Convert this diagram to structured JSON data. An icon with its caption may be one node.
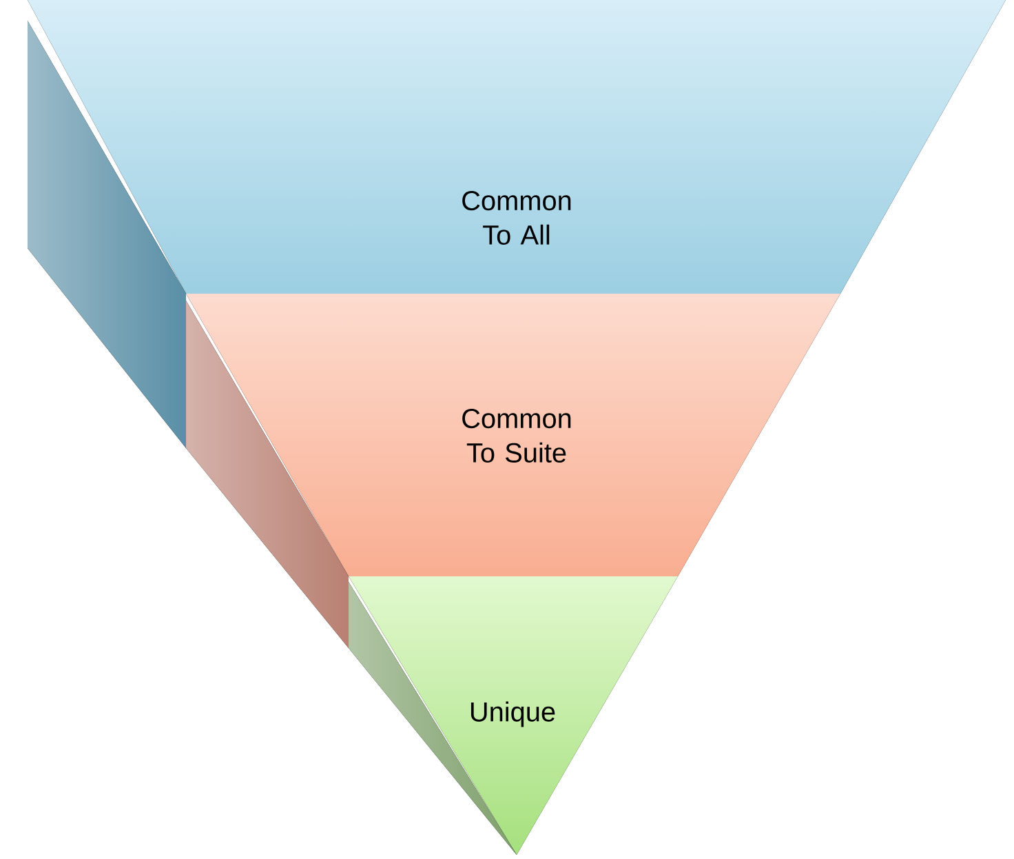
{
  "diagram": {
    "nodes": [
      {
        "text": [
          "Common To All"
        ]
      },
      {
        "text": [
          "Common To Suite"
        ]
      },
      {
        "text": [
          "Unique"
        ]
      }
    ]
  }
}
